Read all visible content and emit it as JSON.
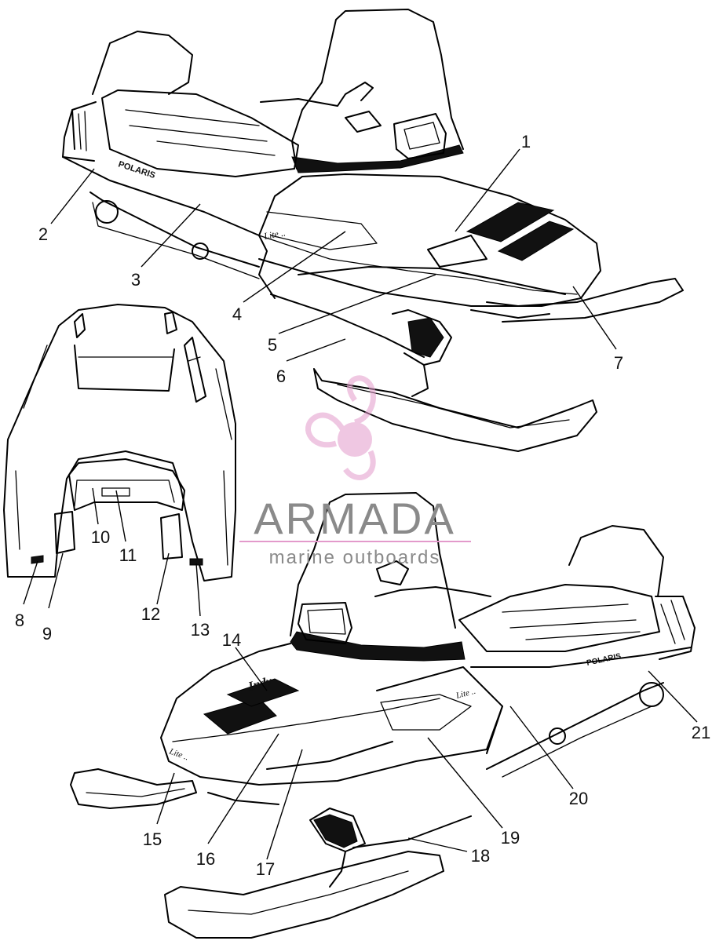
{
  "callouts": [
    "1",
    "2",
    "3",
    "4",
    "5",
    "6",
    "7",
    "8",
    "9",
    "10",
    "11",
    "12",
    "13",
    "14",
    "15",
    "16",
    "17",
    "18",
    "19",
    "20",
    "21"
  ],
  "watermark": {
    "brand": "ARMADA",
    "tagline": "marine outboards",
    "logo_icon": "propeller-icon",
    "accent_color": "#e39acb",
    "text_color": "#8a8a8a"
  },
  "decals": {
    "brand_decal": "POLARIS",
    "model_decal": "Indy",
    "lite_decal": "Lite"
  }
}
